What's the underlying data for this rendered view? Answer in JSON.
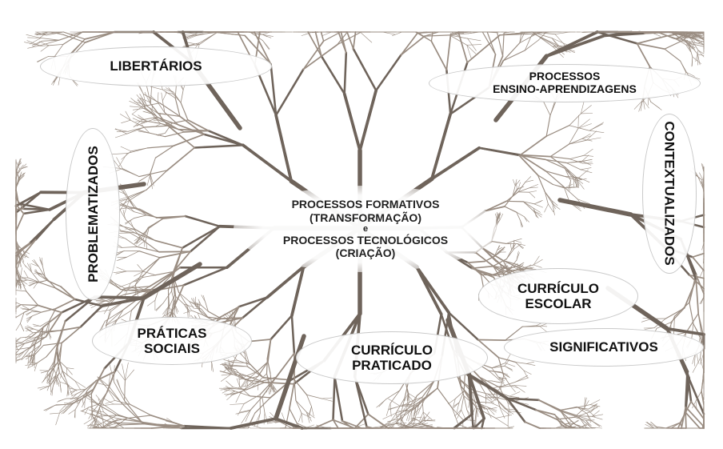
{
  "center": {
    "line1": "PROCESSOS FORMATIVOS",
    "line2": "(TRANSFORMAÇÃO)",
    "line3": "e",
    "line4": "PROCESSOS TECNOLÓGICOS",
    "line5": "(CRIAÇÃO)"
  },
  "nodes": {
    "libertarios": "LIBERTÁRIOS",
    "processos_line1": "PROCESSOS",
    "processos_line2": "ENSINO-APRENDIZAGENS",
    "contextualizados": "CONTEXTUALIZADOS",
    "problematizados": "PROBLEMATIZADOS",
    "curriculo_escolar_line1": "CURRÍCULO",
    "curriculo_escolar_line2": "ESCOLAR",
    "praticas_line1": "PRÁTICAS",
    "praticas_line2": "SOCIAIS",
    "curriculo_praticado_line1": "CURRÍCULO",
    "curriculo_praticado_line2": "PRATICADO",
    "significativos": "SIGNIFICATIVOS"
  },
  "colors": {
    "branch": "#9a8d82",
    "branch_dark": "#6f645b",
    "node_border": "#c9c9c9",
    "text": "#111111"
  }
}
